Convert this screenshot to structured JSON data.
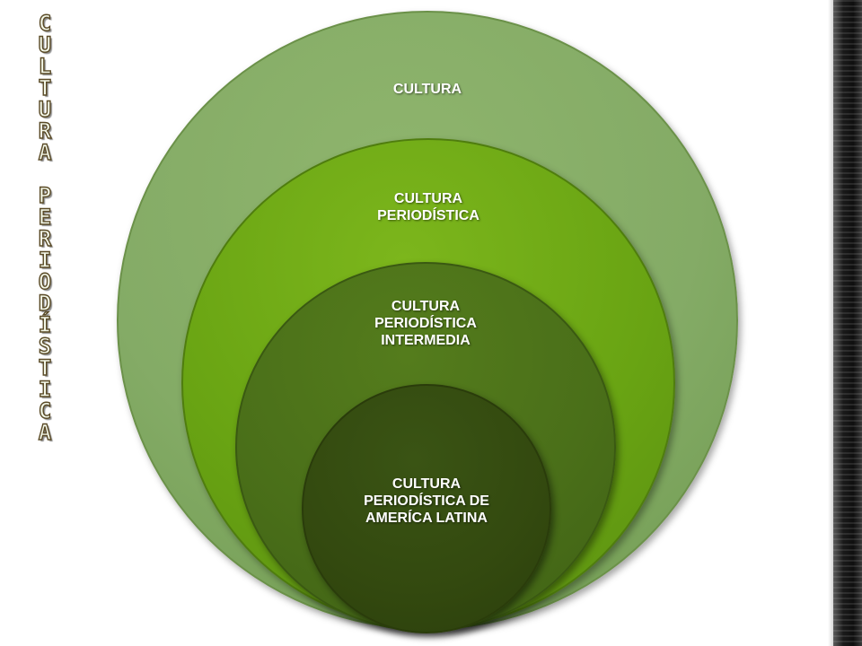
{
  "vertical_title": {
    "words": [
      [
        "C",
        "U",
        "L",
        "T",
        "U",
        "R",
        "A"
      ],
      [
        "P",
        "E",
        "R",
        "I",
        "O",
        "D",
        "Í",
        "S",
        "T",
        "I",
        "C",
        "A"
      ]
    ]
  },
  "diagram": {
    "rings": [
      {
        "label": "CULTURA",
        "color": "#84ab66"
      },
      {
        "label": "CULTURA\nPERIODÍSTICA",
        "color": "#69a413"
      },
      {
        "label": "CULTURA\nPERIODÍSTICA\nINTERMEDIA",
        "color": "#4a6f19"
      },
      {
        "label": "CULTURA\nPERIODÍSTICA DE\nAMERÍCA LATINA",
        "color": "#33490f"
      }
    ]
  }
}
